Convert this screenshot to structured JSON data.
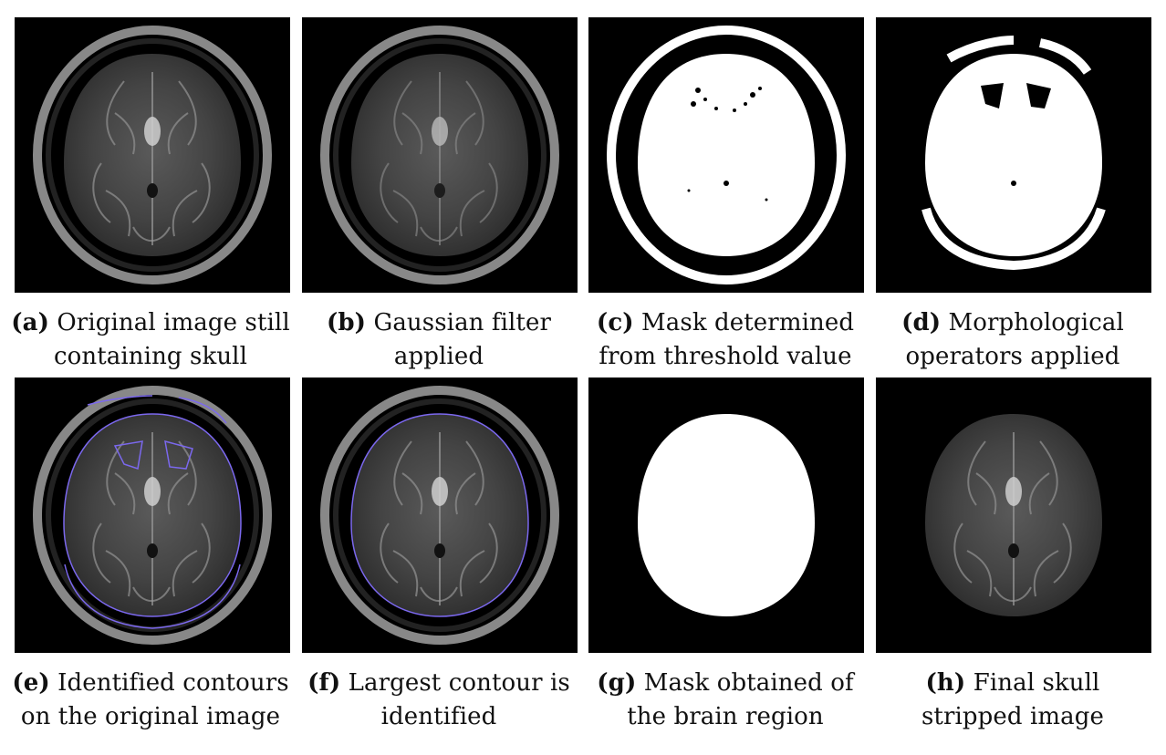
{
  "figure": {
    "panels": [
      {
        "tag": "(a)",
        "line1": "Original image still",
        "line2": "containing skull"
      },
      {
        "tag": "(b)",
        "line1": "Gaussian filter",
        "line2": "applied"
      },
      {
        "tag": "(c)",
        "line1": "Mask determined",
        "line2": "from threshold value"
      },
      {
        "tag": "(d)",
        "line1": "Morphological",
        "line2": "operators applied"
      },
      {
        "tag": "(e)",
        "line1": "Identified contours",
        "line2": "on the original image"
      },
      {
        "tag": "(f)",
        "line1": "Largest contour is",
        "line2": "identified"
      },
      {
        "tag": "(g)",
        "line1": "Mask obtained of",
        "line2": "the brain region"
      },
      {
        "tag": "(h)",
        "line1": "Final skull",
        "line2": "stripped image"
      }
    ],
    "colors": {
      "contour": "#7b68ee",
      "background": "#000000",
      "mask": "#ffffff"
    }
  }
}
